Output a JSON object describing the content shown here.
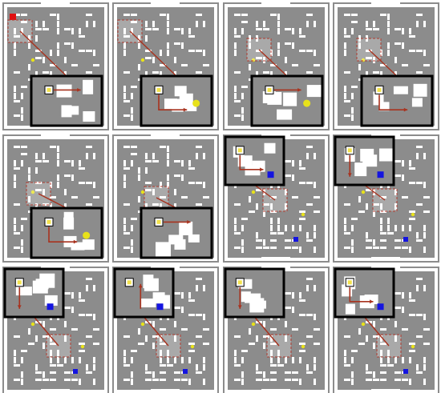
{
  "figure": {
    "rows": 3,
    "cols": 4,
    "panel_count": 12
  },
  "colors": {
    "floor": "#8c8c8c",
    "wall": "#ffffff",
    "grid_line": "#ffffff",
    "inset_border": "#000000",
    "roi_box": "#b03a2e",
    "path_arrow": "#a8321e",
    "agent_marker": "#f3e24a",
    "pellet": "#e8e21a",
    "goal_block": "#1414e0",
    "red_block": "#e01010"
  },
  "icons": {
    "agent": "agent-marker-icon",
    "pellet": "pellet-icon",
    "goal": "goal-block-icon",
    "arrow": "path-arrow-icon"
  },
  "panels": [
    {
      "index": 1,
      "roi": "upper-left",
      "inset": "lower-right",
      "agent_dir": "right",
      "has_pellet": false,
      "has_goal": false,
      "has_red": true
    },
    {
      "index": 2,
      "roi": "upper-left",
      "inset": "lower-right",
      "agent_dir": "down-right",
      "has_pellet": true,
      "has_goal": false,
      "has_red": false
    },
    {
      "index": 3,
      "roi": "upper-center",
      "inset": "lower-right",
      "agent_dir": "right",
      "has_pellet": true,
      "has_goal": false,
      "has_red": false
    },
    {
      "index": 4,
      "roi": "upper-center",
      "inset": "lower-right",
      "agent_dir": "down-right",
      "has_pellet": false,
      "has_goal": false,
      "has_red": false
    },
    {
      "index": 5,
      "roi": "middle-left",
      "inset": "lower-right",
      "agent_dir": "down-right",
      "has_pellet": true,
      "has_goal": false,
      "has_red": false
    },
    {
      "index": 6,
      "roi": "middle-center",
      "inset": "lower-right",
      "agent_dir": "right",
      "has_pellet": false,
      "has_goal": false,
      "has_red": false
    },
    {
      "index": 7,
      "roi": "middle-right",
      "inset": "upper-left",
      "agent_dir": "down-right",
      "has_pellet": false,
      "has_goal": true,
      "has_red": false
    },
    {
      "index": 8,
      "roi": "middle-right",
      "inset": "upper-left",
      "agent_dir": "down",
      "has_pellet": false,
      "has_goal": true,
      "has_red": false
    },
    {
      "index": 9,
      "roi": "lower-center",
      "inset": "upper-left",
      "agent_dir": "down",
      "has_pellet": false,
      "has_goal": true,
      "has_red": false
    },
    {
      "index": 10,
      "roi": "lower-center",
      "inset": "upper-left",
      "agent_dir": "up",
      "has_pellet": false,
      "has_goal": true,
      "has_red": false
    },
    {
      "index": 11,
      "roi": "lower-center",
      "inset": "upper-left",
      "agent_dir": "down",
      "has_pellet": false,
      "has_goal": false,
      "has_red": false
    },
    {
      "index": 12,
      "roi": "lower-center",
      "inset": "upper-left",
      "agent_dir": "down-right",
      "has_pellet": false,
      "has_goal": true,
      "has_red": false
    }
  ]
}
